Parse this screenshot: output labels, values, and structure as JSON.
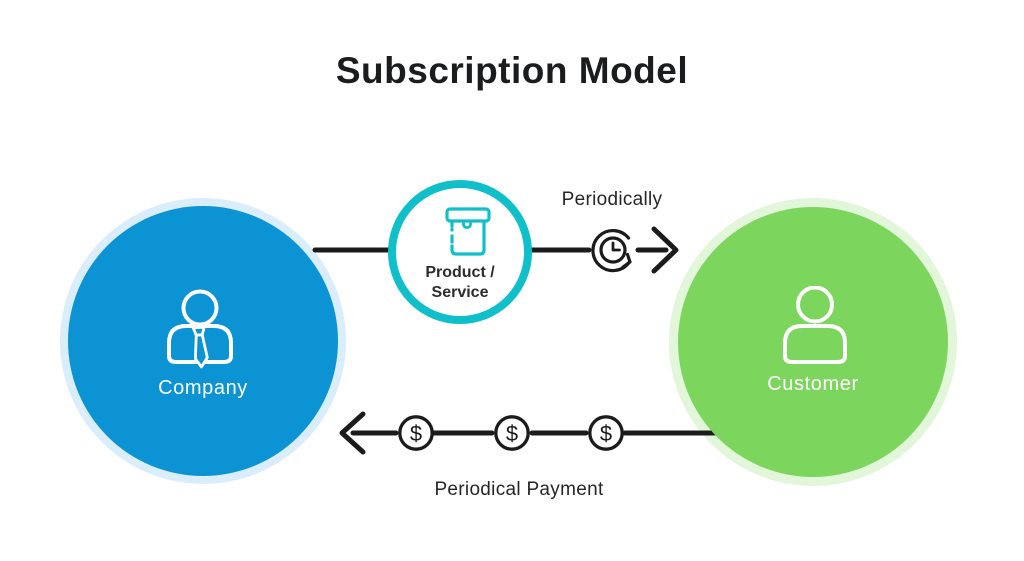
{
  "title": "Subscription Model",
  "nodes": {
    "company": {
      "label": "Company",
      "fill": "#0B93D3",
      "halo": "#D9EDFB",
      "icon": "businessperson-icon"
    },
    "customer": {
      "label": "Customer",
      "fill": "#7CD65E",
      "halo": "#E2F6DA",
      "icon": "person-icon"
    },
    "product": {
      "line1": "Product /",
      "line2": "Service",
      "ring": "#0FBFC9",
      "icon": "product-box-icon"
    }
  },
  "flows": {
    "top": {
      "label": "Periodically",
      "from": "Company",
      "to": "Customer",
      "icon": "clock-refresh-icon"
    },
    "bottom": {
      "label": "Periodical Payment",
      "from": "Customer",
      "to": "Company",
      "currency_symbol": "$",
      "coin_count": 3
    }
  },
  "colors": {
    "line": "#1B1B1B",
    "text": "#262626",
    "background": "#FFFFFF",
    "title": "#1B1C1E"
  }
}
